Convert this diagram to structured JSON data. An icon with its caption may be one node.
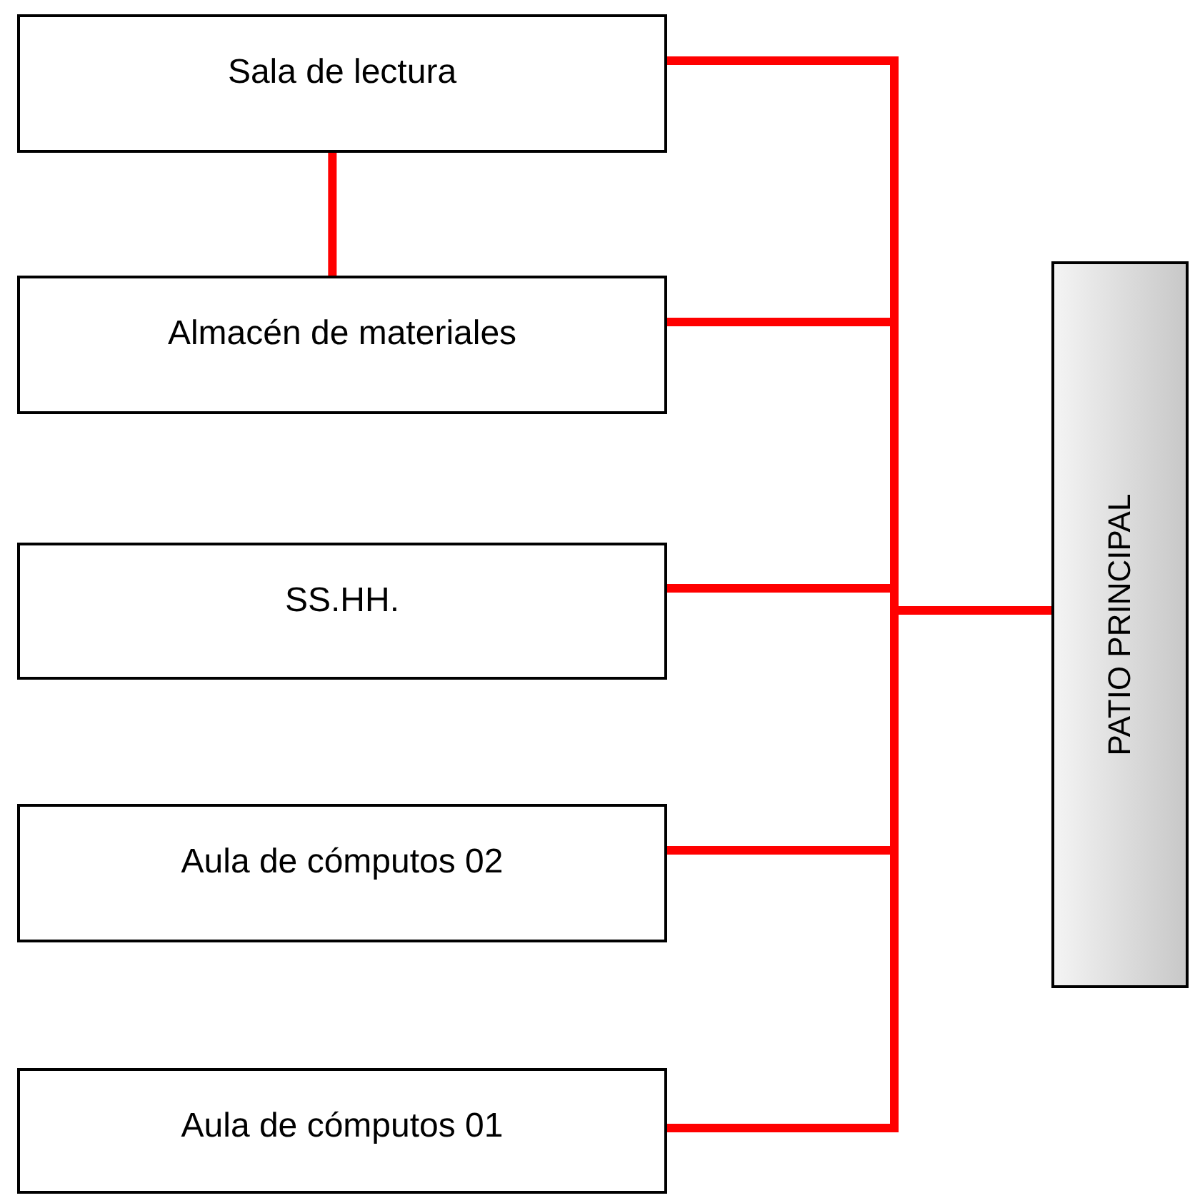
{
  "diagram": {
    "nodes": [
      {
        "text": [
          "Sala de lectura"
        ]
      },
      {
        "text": [
          "Almacén de materiales"
        ]
      },
      {
        "text": [
          "SS.HH."
        ]
      },
      {
        "text": [
          "Aula de cómputos 02"
        ]
      },
      {
        "text": [
          "Aula de cómputos 01"
        ]
      },
      {
        "text": [
          "PATIO PRINCIPAL"
        ]
      }
    ],
    "edges": [
      {
        "from": 0,
        "to": 1,
        "arrow": "none"
      },
      {
        "from": 0,
        "to": 5,
        "arrow": "none"
      },
      {
        "from": 1,
        "to": 5,
        "arrow": "none"
      },
      {
        "from": 2,
        "to": 5,
        "arrow": "none"
      },
      {
        "from": 3,
        "to": 5,
        "arrow": "none"
      },
      {
        "from": 4,
        "to": 5,
        "arrow": "none"
      }
    ]
  }
}
